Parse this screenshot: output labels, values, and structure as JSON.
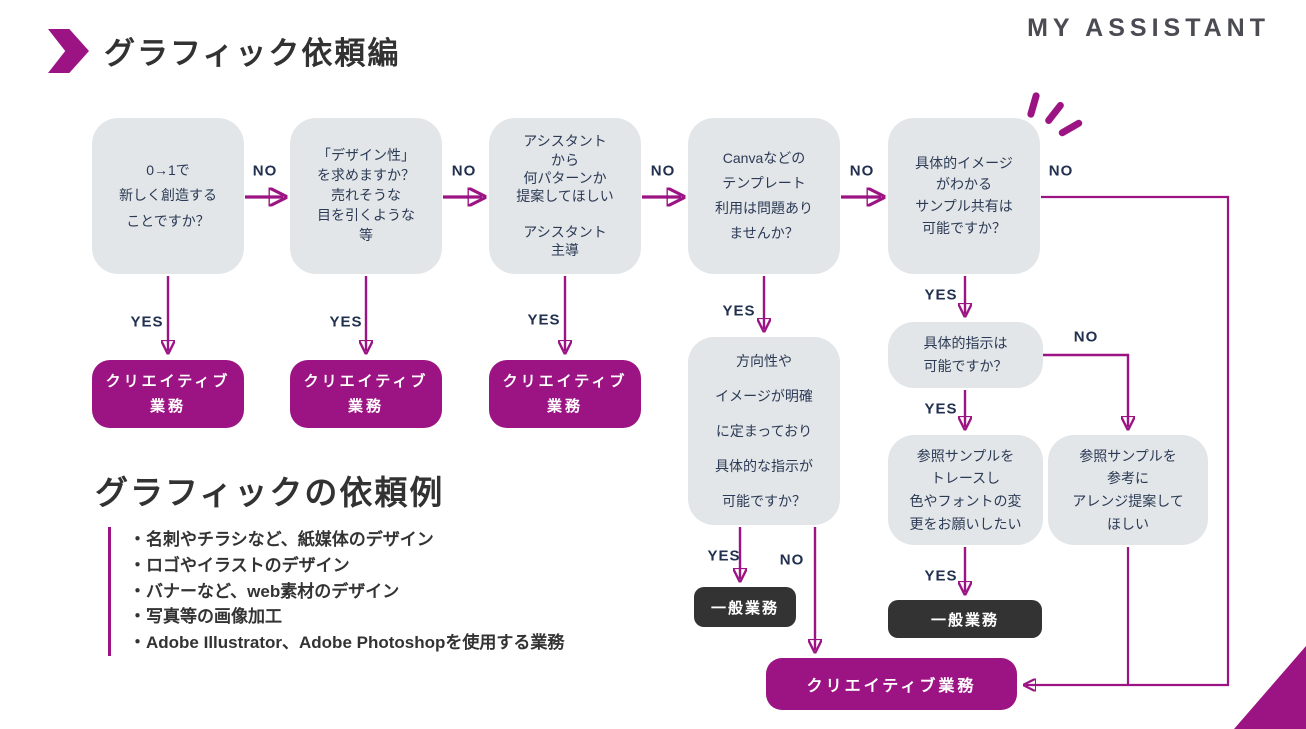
{
  "header": {
    "title": "グラフィック依頼編",
    "logo": "MY ASSISTANT"
  },
  "labels": {
    "yes": "YES",
    "no": "NO"
  },
  "flow": {
    "q1": {
      "lines": [
        "0→1で",
        "新しく創造する",
        "ことですか？"
      ]
    },
    "q2": {
      "lines": [
        "「デザイン性」",
        "を求めますか？",
        "売れそうな",
        "目を引くような",
        "等"
      ]
    },
    "q3": {
      "lines": [
        "アシスタント",
        "から",
        "何パターンか",
        "提案してほしい",
        "",
        "アシスタント",
        "主導"
      ]
    },
    "q4": {
      "lines": [
        "Canvaなどの",
        "テンプレート",
        "利用は問題あり",
        "ませんか？"
      ]
    },
    "q5": {
      "lines": [
        "具体的イメージ",
        "がわかる",
        "サンプル共有は",
        "可能ですか？"
      ]
    },
    "q6": {
      "lines": [
        "方向性や",
        "イメージが明確",
        "に定まっており",
        "具体的な指示が",
        "可能ですか？"
      ]
    },
    "q7": {
      "lines": [
        "具体的指示は",
        "可能ですか？"
      ]
    },
    "q8": {
      "lines": [
        "参照サンプルを",
        "トレースし",
        "色やフォントの変",
        "更をお願いしたい"
      ]
    },
    "q9": {
      "lines": [
        "参照サンプルを",
        "参考に",
        "アレンジ提案して",
        "ほしい"
      ]
    },
    "creative": {
      "lines": [
        "クリエイティブ",
        "業務"
      ]
    },
    "creative_single": "クリエイティブ業務",
    "general": "一般業務"
  },
  "examples": {
    "heading": "グラフィックの依頼例",
    "items": [
      "・名刺やチラシなど、紙媒体のデザイン",
      "・ロゴやイラストのデザイン",
      "・バナーなど、web素材のデザイン",
      "・写真等の画像加工",
      "・Adobe Illustrator、Adobe Photoshopを使用する業務"
    ]
  },
  "colors": {
    "accent": "#9c1483",
    "gray_box": "#e3e6e8",
    "dark_box": "#333333",
    "navy": "#22304f"
  }
}
